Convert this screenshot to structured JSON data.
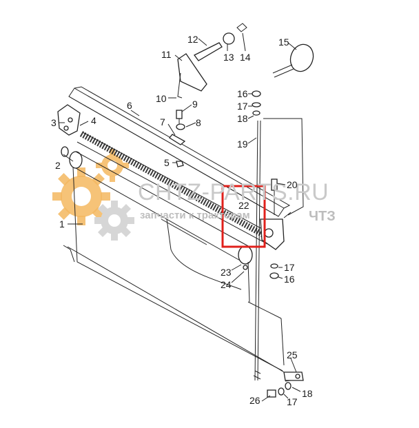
{
  "callouts": {
    "c1": "1",
    "c2": "2",
    "c3": "3",
    "c4": "4",
    "c5": "5",
    "c6": "6",
    "c7": "7",
    "c8": "8",
    "c9": "9",
    "c10": "10",
    "c11": "11",
    "c12": "12",
    "c13": "13",
    "c14": "14",
    "c15": "15",
    "c16a": "16",
    "c17a": "17",
    "c18a": "18",
    "c19": "19",
    "c20": "20",
    "c22": "22",
    "c23": "23",
    "c24": "24",
    "c17b": "17",
    "c16b": "16",
    "c25": "25",
    "c26": "26",
    "c17c": "17",
    "c18b": "18"
  },
  "watermark": {
    "site": "CHTZ-PARTS.RU",
    "tagline": "запчасти к тракторам",
    "brand": "ЧТЗ"
  },
  "colors": {
    "line": "#222222",
    "highlight": "#e0201b",
    "gear_orange": "#f4b860",
    "gear_grey": "#d6d6d6",
    "watermark_text": "#c9c9c9"
  }
}
